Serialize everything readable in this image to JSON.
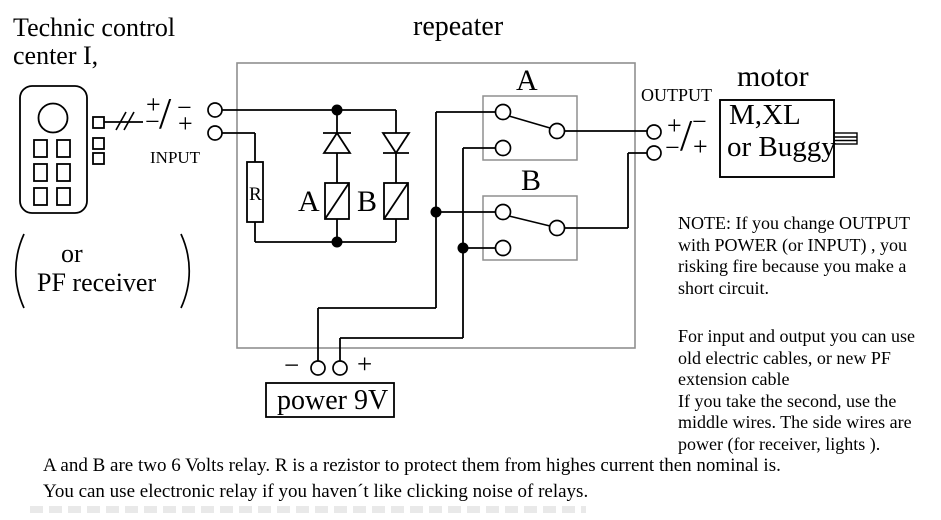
{
  "controller": {
    "title": "Technic control\ncenter I,",
    "alt_or": "or",
    "alt_name": "PF receiver"
  },
  "input": {
    "label": "INPUT",
    "polarity": {
      "top_left": "+",
      "top_right": "−",
      "bottom_left": "−",
      "bottom_right": "+",
      "slash": "/"
    }
  },
  "repeater": {
    "title": "repeater",
    "switch_a": "A",
    "switch_b": "B",
    "coil_a": "A",
    "coil_b": "B",
    "resistor": "R"
  },
  "output": {
    "label": "OUTPUT",
    "polarity": {
      "top_left": "+",
      "top_right": "−",
      "bottom_left": "−",
      "bottom_right": "+",
      "slash": "/"
    }
  },
  "power": {
    "label": "power 9V",
    "minus": "−",
    "plus": "+"
  },
  "motor": {
    "title": "motor",
    "line1": "M,XL",
    "line2": "or Buggy"
  },
  "notes": {
    "warning": "NOTE: If you change OUTPUT\nwith POWER (or INPUT) , you\nrisking fire because you make a\nshort circuit.",
    "cables": "For input and output you can use\nold electric cables, or new PF\nextension cable\nIf you take the second, use the\nmiddle wires. The side wires are\npower (for receiver, lights ).",
    "footer1": "A and B are two 6 Volts relay. R is a rezistor to protect them from highes current then nominal is.",
    "footer2": "You can use electronic relay if you haven´t like clicking noise of relays."
  },
  "colors": {
    "wire": "#000000",
    "frame_gray": "#8f8f8f",
    "background": "#ffffff"
  }
}
